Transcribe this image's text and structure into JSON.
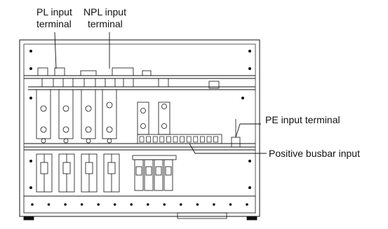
{
  "labels": {
    "pl_input_line1": "PL input",
    "pl_input_line2": "terminal",
    "npl_input_line1": "NPL input",
    "npl_input_line2": "terminal",
    "pe_input": "PE input terminal",
    "positive_busbar": "Positive busbar input"
  },
  "colors": {
    "line": "#111111",
    "background": "#ffffff"
  },
  "counts": {
    "bottom_panel_holes": 14,
    "breaker_poles": 4,
    "fuse_modules": 4,
    "busbar_terminals": 12
  }
}
